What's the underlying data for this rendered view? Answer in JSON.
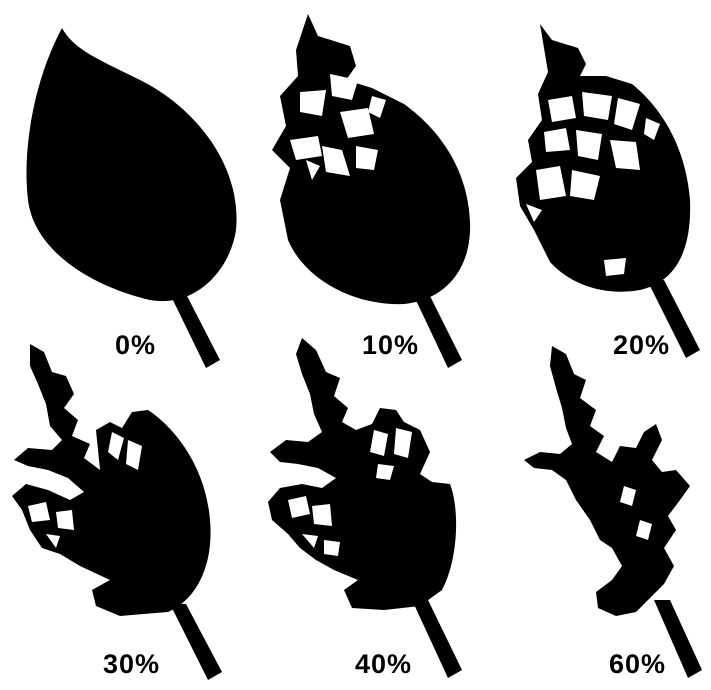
{
  "leaves": [
    {
      "label": "0%",
      "damage_percent": 0
    },
    {
      "label": "10%",
      "damage_percent": 10
    },
    {
      "label": "20%",
      "damage_percent": 20
    },
    {
      "label": "30%",
      "damage_percent": 30
    },
    {
      "label": "40%",
      "damage_percent": 40
    },
    {
      "label": "60%",
      "damage_percent": 60
    }
  ],
  "colors": {
    "leaf": "#000000",
    "background": "#ffffff"
  }
}
